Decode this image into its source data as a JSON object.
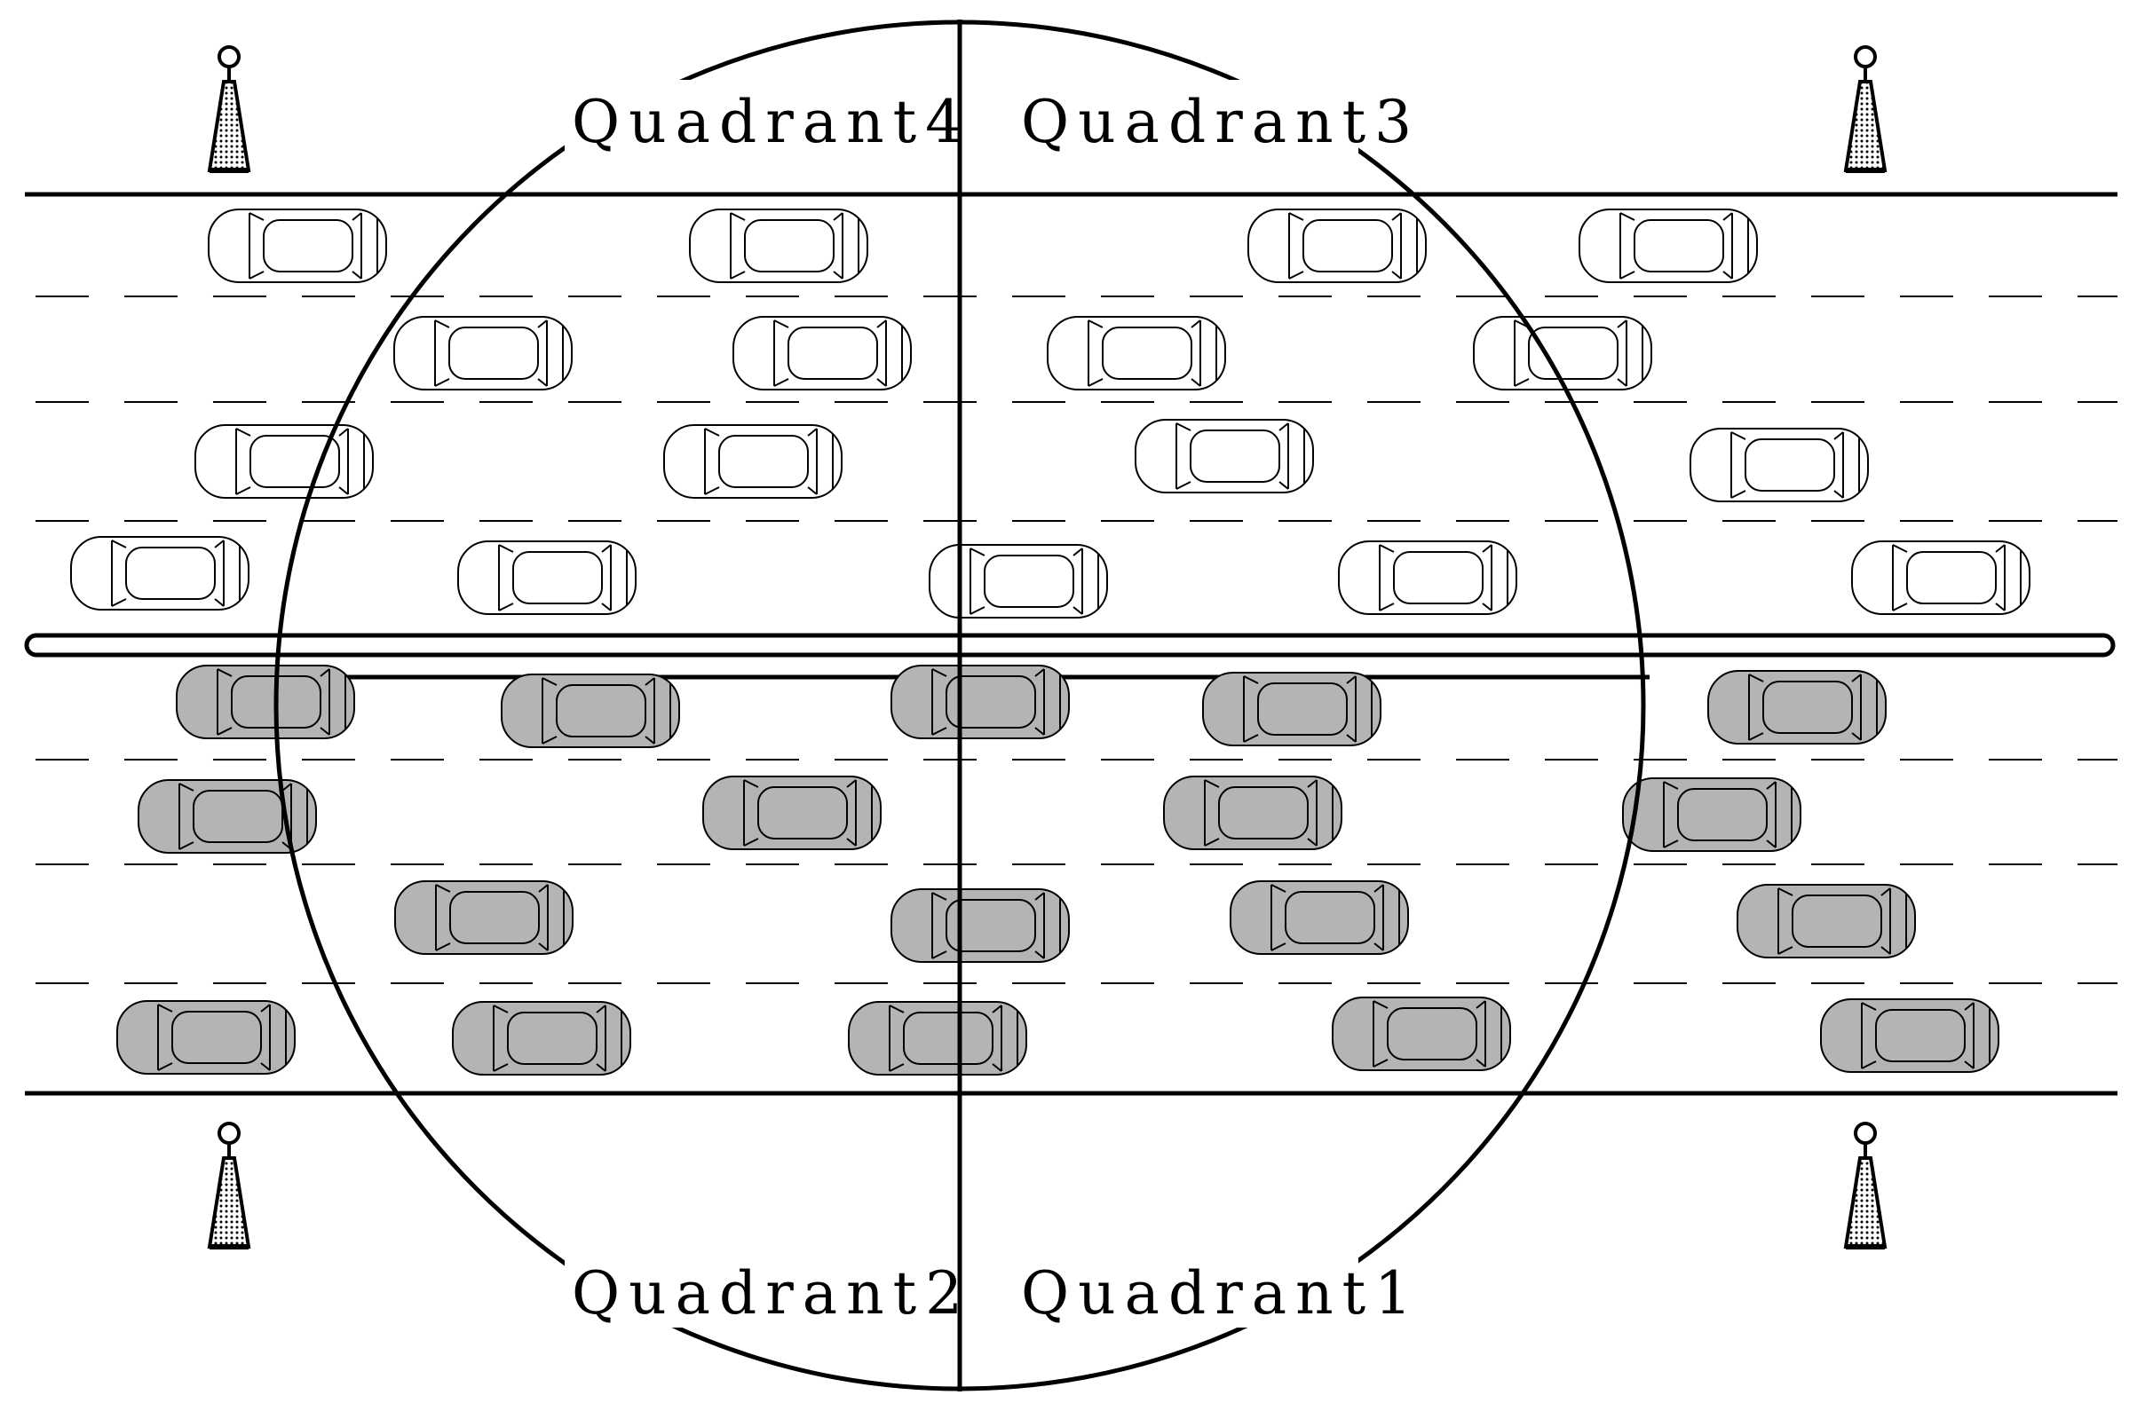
{
  "quadrants": [
    {
      "id": "q4",
      "label": "Quadrant4"
    },
    {
      "id": "q3",
      "label": "Quadrant3"
    },
    {
      "id": "q2",
      "label": "Quadrant2"
    },
    {
      "id": "q1",
      "label": "Quadrant1"
    }
  ],
  "vehicle_colors": {
    "upper_lanes": "#ffffff",
    "lower_lanes": "#b4b4b4"
  },
  "icons": [
    "roadside-unit-tower-icon",
    "car-icon"
  ]
}
